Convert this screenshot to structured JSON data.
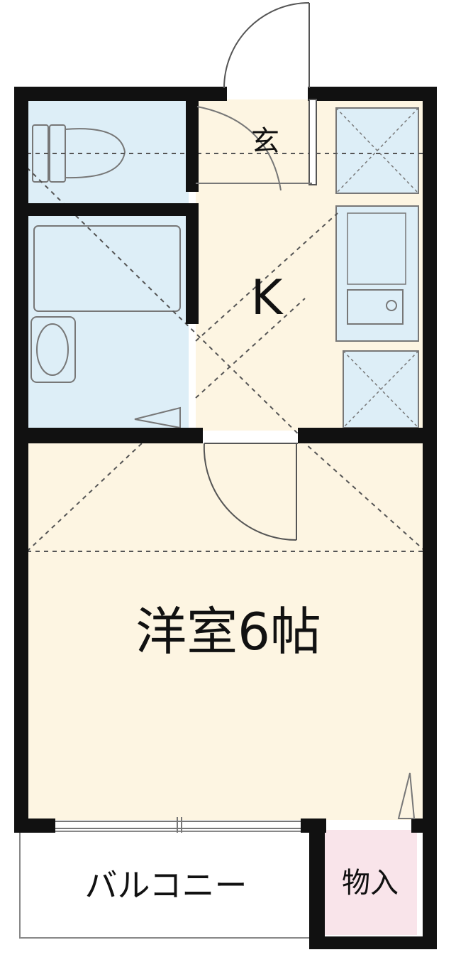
{
  "floor_plan": {
    "rooms": {
      "entrance": {
        "label": "玄"
      },
      "kitchen": {
        "label": "K"
      },
      "western_room": {
        "label": "洋室6帖"
      },
      "balcony": {
        "label": "バルコニー"
      },
      "storage": {
        "label": "物入"
      }
    },
    "colors": {
      "wall": "#111111",
      "wet_area": "#ddeef7",
      "living_floor": "#fdf5e2",
      "storage_fill": "#f9e4ea",
      "fixture_stroke": "#777777",
      "dashed_line": "#555555"
    }
  }
}
